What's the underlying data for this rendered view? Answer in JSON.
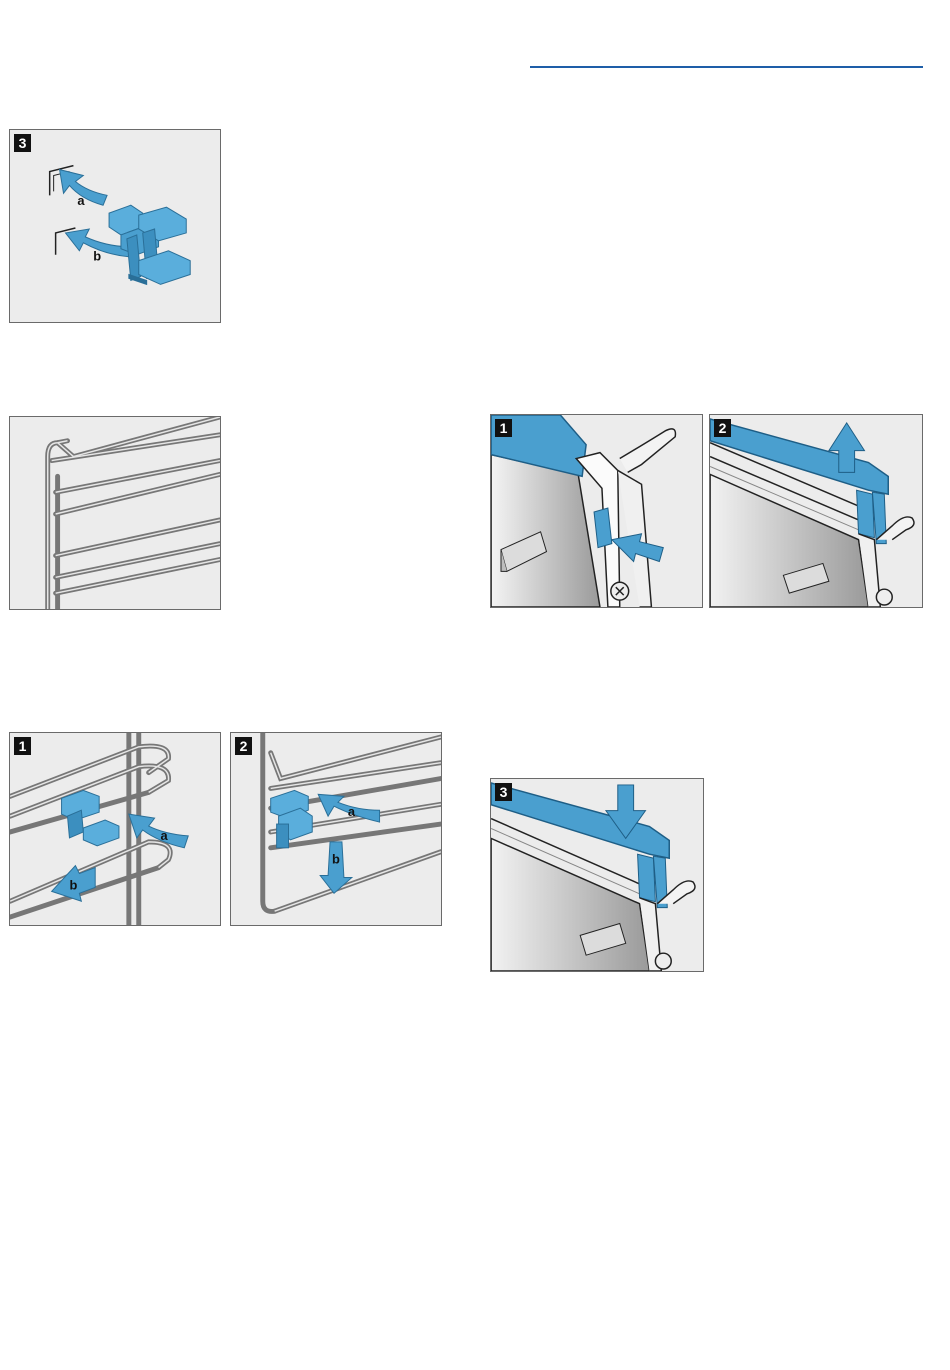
{
  "colors": {
    "accent_rule": "#1e5ea8",
    "part_blue": "#4a9fcf",
    "part_blue_dark": "#2a6f98",
    "panel_bg": "#ececec",
    "rail_gray": "#777777"
  },
  "panels": {
    "clip_insert": {
      "step": "3",
      "label_a": "a",
      "label_b": "b"
    },
    "shelf_rack": {},
    "rack_clip_1": {
      "step": "1",
      "label_a": "a",
      "label_b": "b"
    },
    "rack_clip_2": {
      "step": "2",
      "label_a": "a",
      "label_b": "b"
    },
    "door_1": {
      "step": "1"
    },
    "door_2": {
      "step": "2"
    },
    "door_3": {
      "step": "3"
    }
  }
}
